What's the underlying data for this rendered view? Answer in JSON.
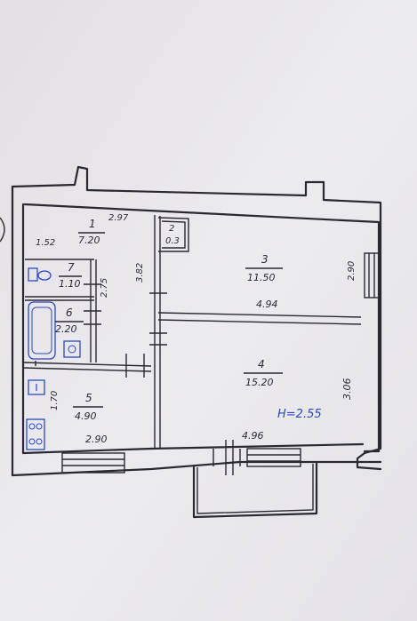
{
  "plan": {
    "rooms": [
      {
        "id": "room-1",
        "number": "1",
        "area": "7.20"
      },
      {
        "id": "room-2",
        "number": "2",
        "area": "0.3"
      },
      {
        "id": "room-3",
        "number": "3",
        "area": "11.50"
      },
      {
        "id": "room-4",
        "number": "4",
        "area": "15.20"
      },
      {
        "id": "room-5",
        "number": "5",
        "area": "4.90"
      },
      {
        "id": "room-6",
        "number": "6",
        "area": "2.20"
      },
      {
        "id": "room-7",
        "number": "7",
        "area": "1.10"
      }
    ],
    "dimensions": {
      "d_2_97": "2.97",
      "d_1_52": "1.52",
      "d_3_82": "3.82",
      "d_2_75": "2.75",
      "d_4_94": "4.94",
      "d_2_90_right": "2.90",
      "d_3_06": "3.06",
      "d_4_96": "4.96",
      "d_1_70": "1.70",
      "d_2_90_bottom": "2.90"
    },
    "ceiling_height": "H=2.55"
  },
  "colors": {
    "line": "#2a2830",
    "ink_blue": "#2a49c8",
    "paper": "#e9e6ea"
  }
}
